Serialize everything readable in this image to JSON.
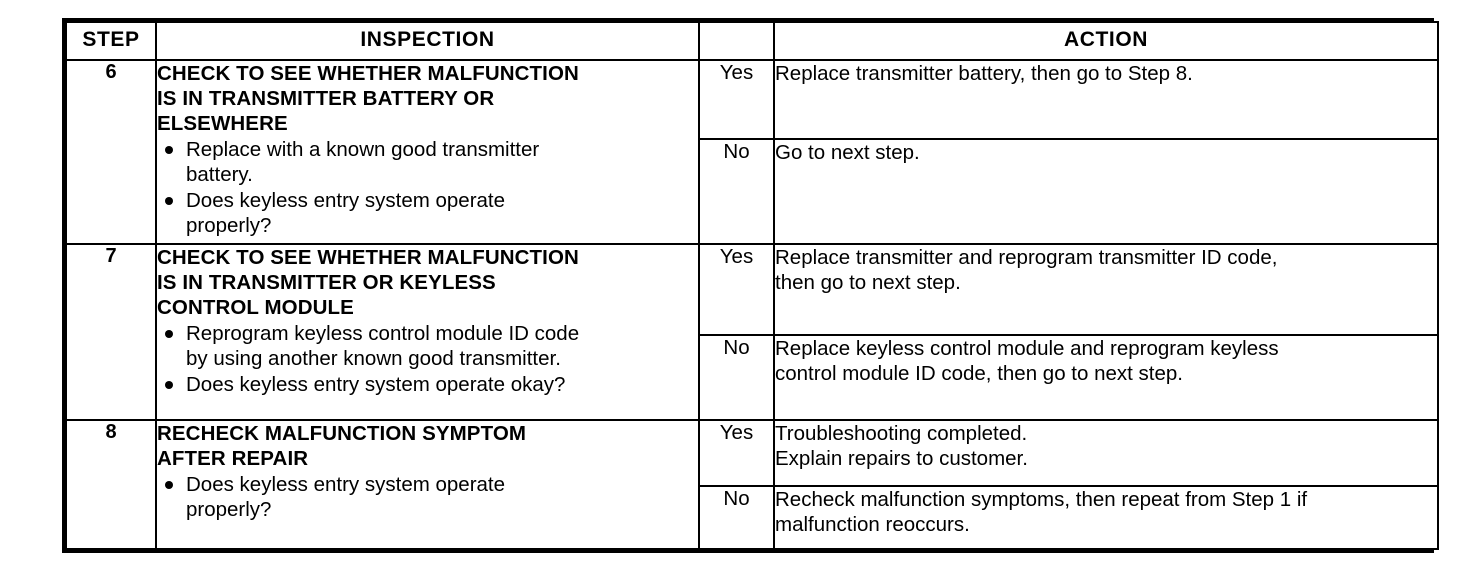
{
  "table": {
    "headers": {
      "step": "STEP",
      "inspection": "INSPECTION",
      "action": "ACTION"
    },
    "rows": [
      {
        "step": "6",
        "inspection_title": [
          "CHECK TO SEE WHETHER MALFUNCTION",
          "IS IN TRANSMITTER BATTERY OR",
          "ELSEWHERE"
        ],
        "bullets": [
          [
            "Replace with a known good transmitter",
            "battery."
          ],
          [
            "Does keyless entry system operate",
            "properly?"
          ]
        ],
        "yes": {
          "label": "Yes",
          "action": [
            "Replace transmitter battery, then go to Step 8."
          ]
        },
        "no": {
          "label": "No",
          "action": [
            "Go to next step."
          ]
        }
      },
      {
        "step": "7",
        "inspection_title": [
          "CHECK TO SEE WHETHER MALFUNCTION",
          "IS IN TRANSMITTER OR KEYLESS",
          "CONTROL MODULE"
        ],
        "bullets": [
          [
            "Reprogram keyless control module ID code",
            "by using another known good transmitter."
          ],
          [
            "Does keyless entry system operate okay?"
          ]
        ],
        "yes": {
          "label": "Yes",
          "action": [
            "Replace transmitter and reprogram transmitter ID code,",
            "then go to next step."
          ]
        },
        "no": {
          "label": "No",
          "action": [
            "Replace keyless control module and reprogram keyless",
            "control module ID code, then go to next step."
          ]
        }
      },
      {
        "step": "8",
        "inspection_title": [
          "RECHECK MALFUNCTION SYMPTOM",
          "AFTER REPAIR"
        ],
        "bullets": [
          [
            "Does keyless entry system operate",
            "properly?"
          ]
        ],
        "yes": {
          "label": "Yes",
          "action": [
            "Troubleshooting completed.",
            "Explain repairs to customer."
          ]
        },
        "no": {
          "label": "No",
          "action": [
            "Recheck malfunction symptoms, then repeat from Step 1 if",
            "malfunction reoccurs."
          ]
        }
      }
    ]
  }
}
